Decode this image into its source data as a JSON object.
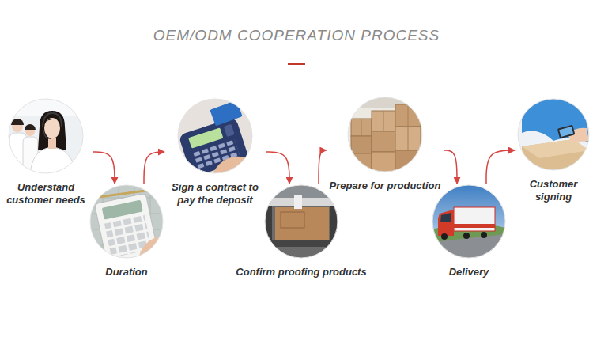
{
  "diagram": {
    "title": "OEM/ODM COOPERATION PROCESS",
    "nodes": [
      {
        "text": [
          "Understand customer needs"
        ]
      },
      {
        "text": [
          "Duration"
        ]
      },
      {
        "text": [
          "Sign a contract to pay the deposit"
        ]
      },
      {
        "text": [
          "Confirm proofing products"
        ]
      },
      {
        "text": [
          "Prepare for production"
        ]
      },
      {
        "text": [
          "Delivery"
        ]
      },
      {
        "text": [
          "Customer signing"
        ]
      }
    ],
    "edges": [
      {
        "from": 0,
        "to": 1,
        "arrow": "to"
      },
      {
        "from": 1,
        "to": 2,
        "arrow": "to"
      },
      {
        "from": 2,
        "to": 3,
        "arrow": "to"
      },
      {
        "from": 3,
        "to": 4,
        "arrow": "to"
      },
      {
        "from": 4,
        "to": 5,
        "arrow": "to"
      },
      {
        "from": 5,
        "to": 6,
        "arrow": "to"
      }
    ]
  }
}
